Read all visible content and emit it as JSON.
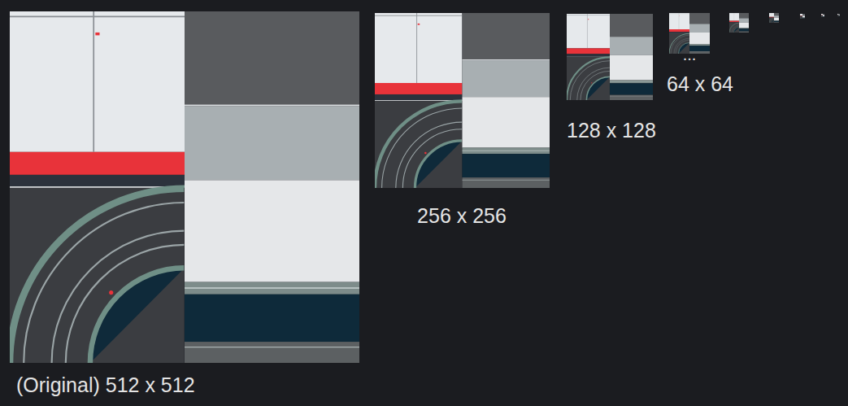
{
  "diagram": {
    "labels": [
      "(Original) 512 x 512",
      "256 x 256",
      "128 x 128",
      "64 x 64",
      "..."
    ]
  }
}
